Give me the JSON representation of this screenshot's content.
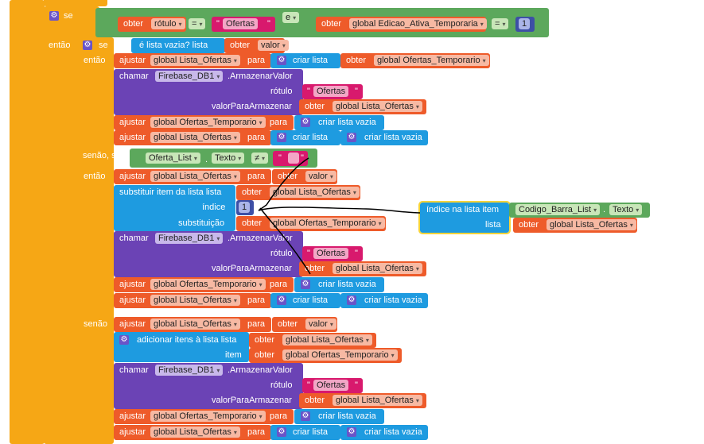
{
  "colors": {
    "control": "#f6a715",
    "logic": "#5ca85c",
    "variable": "#ee5b2a",
    "list": "#1e9be0",
    "component": "#6b43b5",
    "text": "#d8196d",
    "math": "#3d4fa6"
  },
  "kw": {
    "se": "se",
    "entao": "então",
    "senao_se": "senão, se",
    "senao": "senão",
    "e": "e",
    "eq": "=",
    "neq": "≠",
    "obter": "obter",
    "ajustar": "ajustar",
    "para": "para",
    "criar_lista": "criar lista",
    "criar_lista_vazia": "criar lista vazia",
    "lista_vazia": "é lista vazia?  lista",
    "chamar": "chamar",
    "armazenar": ".ArmazenarValor",
    "rotulo_label": "rótulo",
    "valor_armazenar": "valorParaArmazenar",
    "substituir": "substituir item da lista  lista",
    "indice": "índice",
    "substituicao": "substituição",
    "adicionar": "adicionar itens à lista   lista",
    "item": "item",
    "indice_na_lista": "índice na lista  item",
    "lista": "lista",
    "dot": "."
  },
  "vars": {
    "rotulo": "rótulo",
    "valor": "valor",
    "edicao": "global Edicao_Ativa_Temporaria",
    "lista_ofertas": "global Lista_Ofertas",
    "ofertas_temp": "global Ofertas_Temporario"
  },
  "strings": {
    "ofertas": "Ofertas",
    "empty": ""
  },
  "numbers": {
    "one": "1"
  },
  "components": {
    "firebase": "Firebase_DB1",
    "oferta_list": "Oferta_List",
    "codigo_barra": "Codigo_Barra_List",
    "texto": "Texto"
  }
}
